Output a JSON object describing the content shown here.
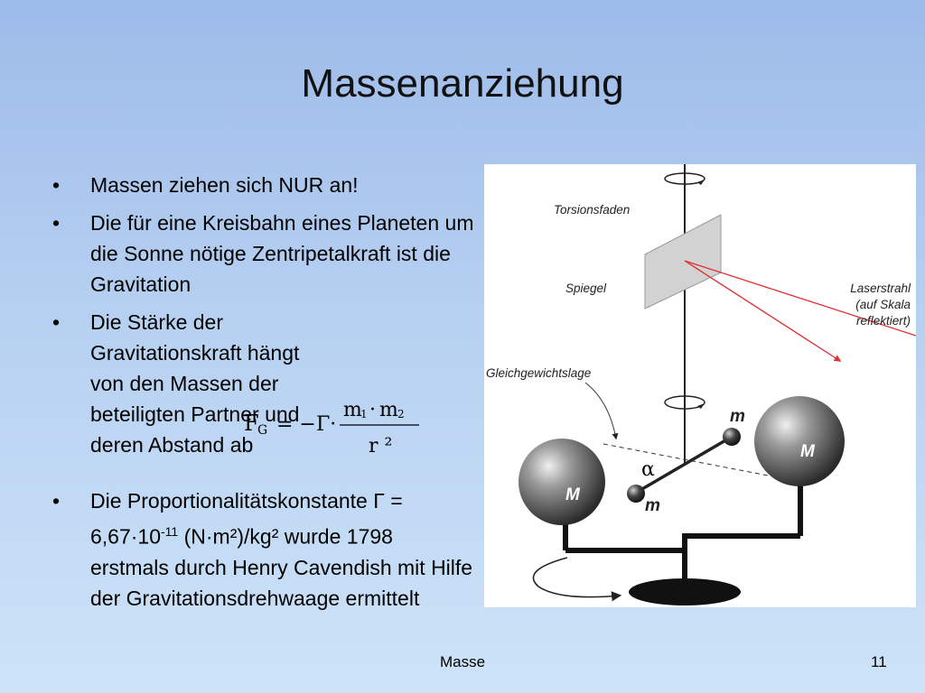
{
  "title": "Massenanziehung",
  "bullets": [
    {
      "text": "Massen ziehen sich NUR an!"
    },
    {
      "text": "Die für eine Kreisbahn eines Planeten um die Sonne nötige Zentripetalkraft ist die Gravitation"
    },
    {
      "text": "Die Stärke der Gravitationskraft hängt von den Massen der beteiligten Partner und deren Abstand ab"
    },
    {
      "pre": "Die Proportionalitätskonstante Γ = 6,67·10",
      "exp": "-11",
      "post": " (N·m²)/kg² wurde 1798 erstmals durch Henry Cavendish mit Hilfe der Gravitationsdrehwaage ermittelt"
    }
  ],
  "formula": {
    "lhs": "F",
    "lhs_sub": "G",
    "equals": "= −",
    "const": "Γ·",
    "num_m1": "m",
    "num_sub1": "1",
    "num_dot": "·",
    "num_m2": "m",
    "num_sub2": "2",
    "den": "r ²"
  },
  "figure": {
    "labels": {
      "torsion": "Torsionsfaden",
      "mirror": "Spiegel",
      "laser_l1": "Laserstrahl",
      "laser_l2": "(auf Skala",
      "laser_l3": "reflektiert)",
      "equilibrium": "Gleichgewichtslage",
      "small_top": "m",
      "small_bottom": "m",
      "big_left": "M",
      "big_right": "M",
      "angle": "α"
    },
    "colors": {
      "laser": "#e03030",
      "sphere": "#555555"
    }
  },
  "footer": {
    "center": "Masse",
    "page": "11"
  }
}
